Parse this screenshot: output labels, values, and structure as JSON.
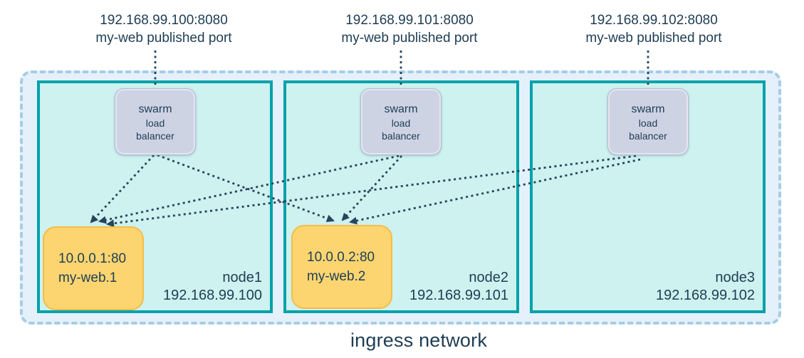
{
  "diagram": {
    "caption": "ingress network",
    "published_ports": [
      {
        "address": "192.168.99.100:8080",
        "caption": "my-web published port"
      },
      {
        "address": "192.168.99.101:8080",
        "caption": "my-web published port"
      },
      {
        "address": "192.168.99.102:8080",
        "caption": "my-web published port"
      }
    ],
    "nodes": [
      {
        "name": "node1",
        "ip": "192.168.99.100",
        "lb": [
          "swarm",
          "load",
          "balancer"
        ],
        "task": {
          "address": "10.0.0.1:80",
          "name": "my-web.1"
        }
      },
      {
        "name": "node2",
        "ip": "192.168.99.101",
        "lb": [
          "swarm",
          "load",
          "balancer"
        ],
        "task": {
          "address": "10.0.0.2:80",
          "name": "my-web.2"
        }
      },
      {
        "name": "node3",
        "ip": "192.168.99.102",
        "lb": [
          "swarm",
          "load",
          "balancer"
        ]
      }
    ],
    "colors": {
      "text": "#1e3d54",
      "node_border": "#00a2ab",
      "node_fill": "#cdf2ef",
      "ingress_fill": "#e4f1fa",
      "ingress_dash": "#a8cce6",
      "lb_fill": "#ced3e4",
      "lb_border": "#b6bcd4",
      "task_fill": "#fcd571",
      "task_border": "#f6bc47",
      "connection": "#26445c"
    }
  }
}
